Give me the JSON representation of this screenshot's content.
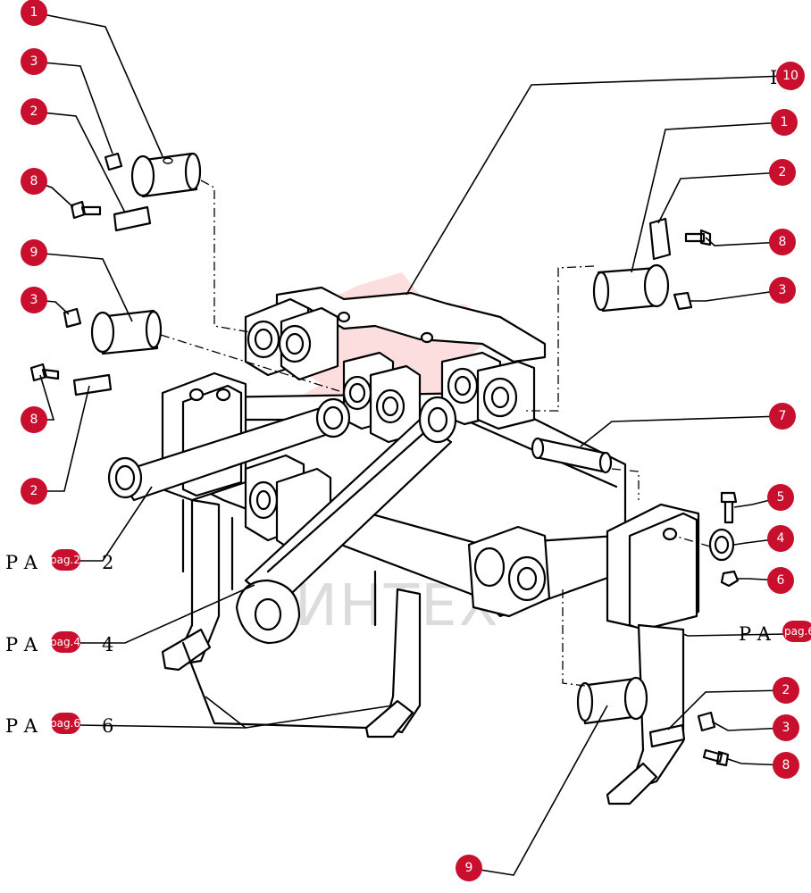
{
  "watermark": {
    "text": "ИНТЕХ",
    "color": "#f06a6a"
  },
  "badge_color": "#c8102e",
  "callouts": [
    {
      "id": "c1a",
      "label": "1"
    },
    {
      "id": "c3a",
      "label": "3"
    },
    {
      "id": "c2a",
      "label": "2"
    },
    {
      "id": "c8a",
      "label": "8"
    },
    {
      "id": "c9a",
      "label": "9"
    },
    {
      "id": "c3b",
      "label": "3"
    },
    {
      "id": "c8b",
      "label": "8"
    },
    {
      "id": "c2b",
      "label": "2"
    },
    {
      "id": "c10",
      "label": "10"
    },
    {
      "id": "c1b",
      "label": "1"
    },
    {
      "id": "c2c",
      "label": "2"
    },
    {
      "id": "c8c",
      "label": "8"
    },
    {
      "id": "c3c",
      "label": "3"
    },
    {
      "id": "c7",
      "label": "7"
    },
    {
      "id": "c5",
      "label": "5"
    },
    {
      "id": "c4",
      "label": "4"
    },
    {
      "id": "c6",
      "label": "6"
    },
    {
      "id": "c2d",
      "label": "2"
    },
    {
      "id": "c3d",
      "label": "3"
    },
    {
      "id": "c8d",
      "label": "8"
    },
    {
      "id": "c9b",
      "label": "9"
    }
  ],
  "partial_glyph": "I",
  "page_refs": [
    {
      "prefix": "P A",
      "badge": "pag.2",
      "number": "2"
    },
    {
      "prefix": "P A",
      "badge": "pag.4",
      "number": "4"
    },
    {
      "prefix": "P A",
      "badge": "pag.6",
      "number": "6"
    },
    {
      "prefix": "P A",
      "badge": "pag.6",
      "number": ""
    }
  ]
}
